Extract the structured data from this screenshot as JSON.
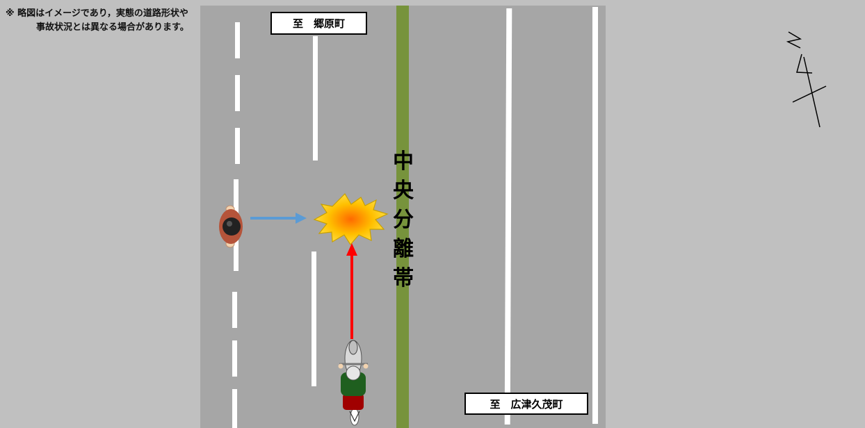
{
  "note": {
    "line1": "※ 略図はイメージであり，実態の道路形状や",
    "line2": "事故状況とは異なる場合があります。"
  },
  "directions": {
    "top": "至　郷原町",
    "bottom": "至　広津久茂町"
  },
  "median": {
    "chars": [
      "中",
      "央",
      "分",
      "離",
      "帯"
    ]
  },
  "colors": {
    "background": "#c0c0c0",
    "road": "#a6a6a6",
    "median": "#77933c",
    "lane_line": "#ffffff",
    "pedestrian_arrow": "#5b9bd5",
    "motorcycle_arrow": "#ff0000",
    "collision_fill": "#ffc000"
  },
  "icons": {
    "compass": "north-arrow-icon",
    "pedestrian": "pedestrian-icon",
    "motorcycle": "motorcycle-icon",
    "collision": "collision-burst-icon"
  }
}
